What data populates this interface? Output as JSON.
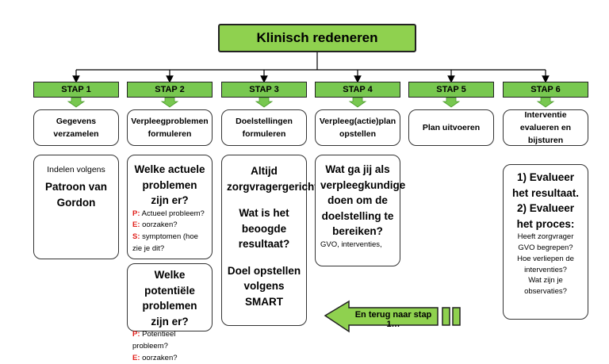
{
  "title": "Klinisch redeneren",
  "steps": [
    {
      "tab": "STAP 1",
      "heading": "Gegevens verzamelen"
    },
    {
      "tab": "STAP 2",
      "heading": "Verpleegproblemen formuleren"
    },
    {
      "tab": "STAP 3",
      "heading": "Doelstellingen formuleren"
    },
    {
      "tab": "STAP 4",
      "heading": "Verpleeg(actie)plan opstellen"
    },
    {
      "tab": "STAP 5",
      "heading": "Plan uitvoeren"
    },
    {
      "tab": "STAP 6",
      "heading": "Interventie evalueren en bijsturen"
    }
  ],
  "step1_detail": {
    "line1": "Indelen volgens",
    "line2": "Patroon van Gordon"
  },
  "step2_actual": {
    "question": "Welke actuele problemen zijn er?",
    "items": [
      {
        "letter": "P:",
        "text": "Actueel probleem?"
      },
      {
        "letter": "E:",
        "text": "oorzaken?"
      },
      {
        "letter": "S:",
        "text": "symptomen (hoe zie je dit?"
      }
    ]
  },
  "step2_potential": {
    "question": "Welke potentiële problemen zijn er?",
    "items": [
      {
        "letter": "P:",
        "text": "Potentieel probleem?"
      },
      {
        "letter": "E:",
        "text": "oorzaken?"
      }
    ]
  },
  "step3_detail": {
    "line1": "Altijd zorgvragergericht!",
    "line2": "Wat is het beoogde resultaat?",
    "line3": "Doel opstellen volgens SMART"
  },
  "step4_detail": {
    "question": "Wat ga jij als verpleegkundige doen om de doelstelling te bereiken?",
    "note": "GVO, interventies,"
  },
  "step6_detail": {
    "item1": "1) Evalueer het resultaat.",
    "item2": "2)  Evalueer het proces:",
    "sub": [
      "Heeft zorgvrager GVO begrepen?",
      "Hoe verliepen de interventies?",
      "Wat zijn je observaties?"
    ]
  },
  "back_arrow": "En terug naar stap 1…",
  "colors": {
    "tab_green": "#78c850",
    "title_green": "#8fd14f",
    "letter_red": "#e0201b"
  }
}
